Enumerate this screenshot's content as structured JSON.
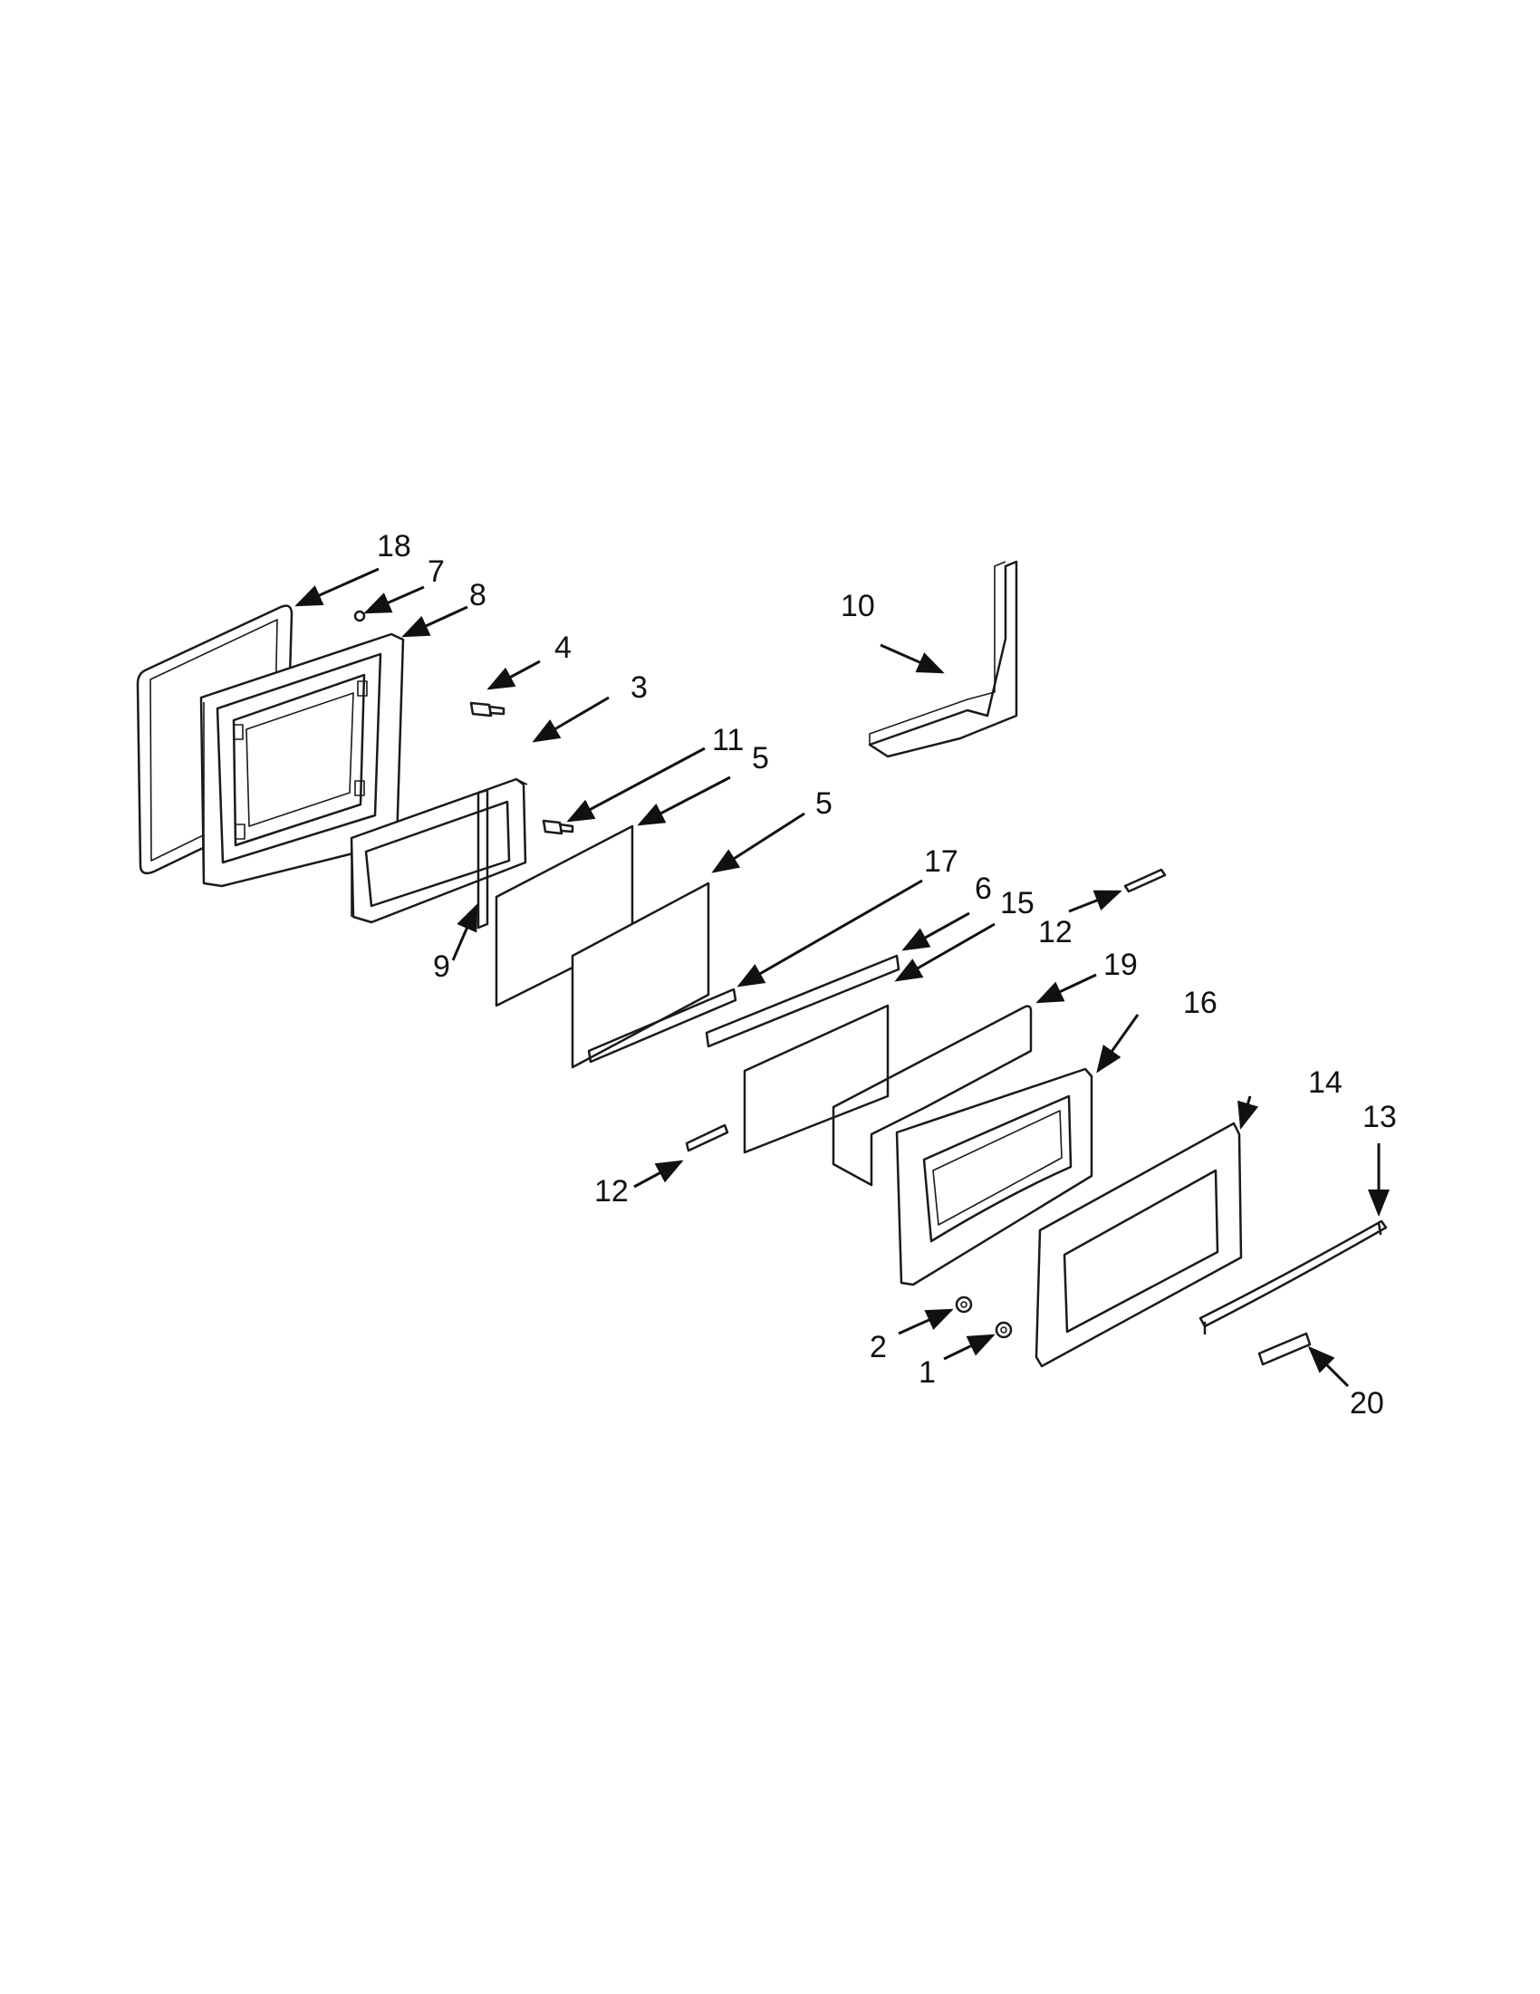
{
  "diagram": {
    "callouts": [
      {
        "id": "c18",
        "label": "18"
      },
      {
        "id": "c7",
        "label": "7"
      },
      {
        "id": "c8",
        "label": "8"
      },
      {
        "id": "c4",
        "label": "4"
      },
      {
        "id": "c3",
        "label": "3"
      },
      {
        "id": "c11",
        "label": "11"
      },
      {
        "id": "c5a",
        "label": "5"
      },
      {
        "id": "c5b",
        "label": "5"
      },
      {
        "id": "c9",
        "label": "9"
      },
      {
        "id": "c10",
        "label": "10"
      },
      {
        "id": "c17",
        "label": "17"
      },
      {
        "id": "c6",
        "label": "6"
      },
      {
        "id": "c15",
        "label": "15"
      },
      {
        "id": "c12a",
        "label": "12"
      },
      {
        "id": "c19",
        "label": "19"
      },
      {
        "id": "c16",
        "label": "16"
      },
      {
        "id": "c14",
        "label": "14"
      },
      {
        "id": "c13",
        "label": "13"
      },
      {
        "id": "c12b",
        "label": "12"
      },
      {
        "id": "c2",
        "label": "2"
      },
      {
        "id": "c1",
        "label": "1"
      },
      {
        "id": "c20",
        "label": "20"
      }
    ]
  }
}
